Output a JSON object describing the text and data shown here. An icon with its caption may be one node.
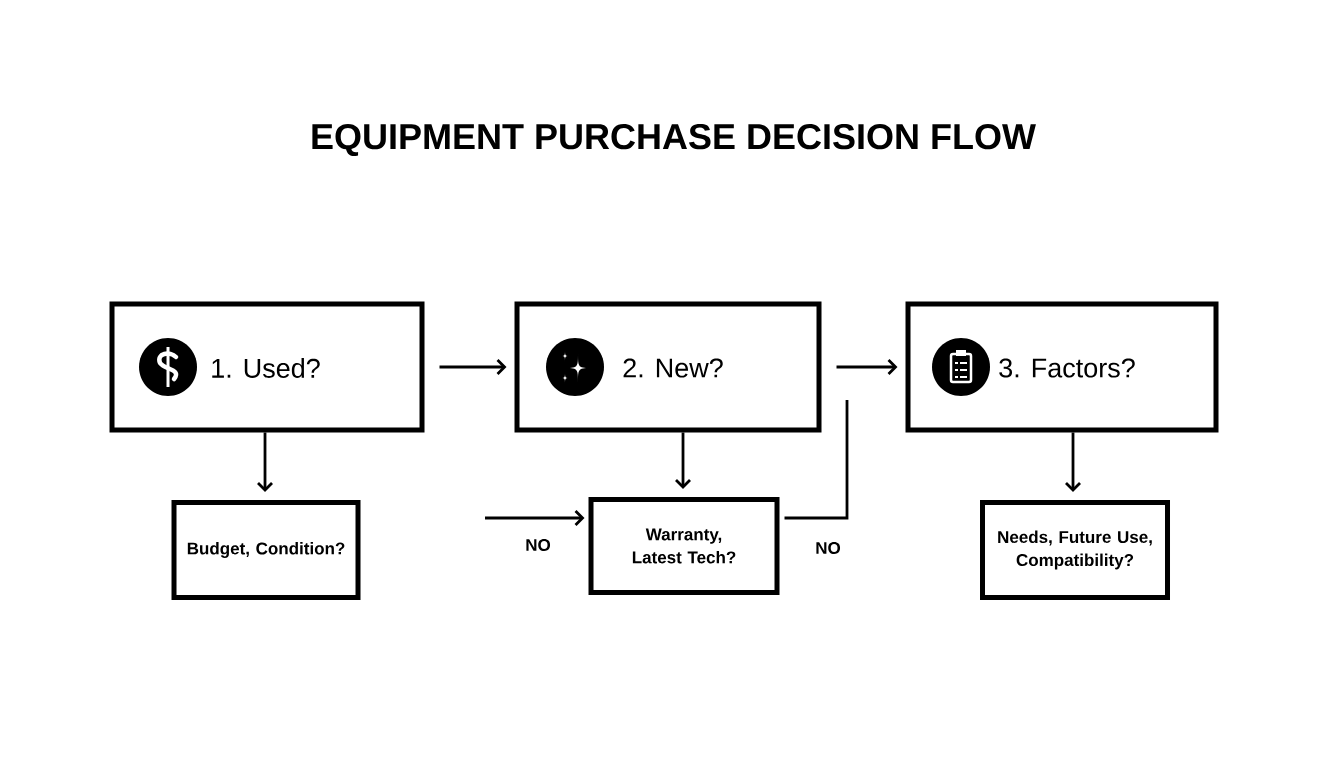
{
  "diagram": {
    "title": "EQUIPMENT PURCHASE DECISION FLOW",
    "nodes": [
      {
        "text": [
          "1. Used?"
        ]
      },
      {
        "text": [
          "2. New?"
        ]
      },
      {
        "text": [
          "3. Factors?"
        ]
      },
      {
        "text": [
          "Budget, Condition?"
        ]
      },
      {
        "text": [
          "Warranty, Latest Tech?"
        ]
      },
      {
        "text": [
          "Needs, Future Use, Compatibility?"
        ]
      }
    ],
    "edges": [
      {
        "from": 0,
        "to": 1,
        "arrow": "to"
      },
      {
        "from": 1,
        "to": 2,
        "arrow": "to"
      },
      {
        "from": 0,
        "to": 3,
        "arrow": "to"
      },
      {
        "from": 1,
        "to": 4,
        "arrow": "to"
      },
      {
        "from": 2,
        "to": 5,
        "arrow": "to"
      },
      {
        "from": null,
        "to": 4,
        "arrow": "to",
        "label": "NO"
      },
      {
        "from": 4,
        "to": null,
        "arrow": "none",
        "label": "NO"
      }
    ]
  }
}
